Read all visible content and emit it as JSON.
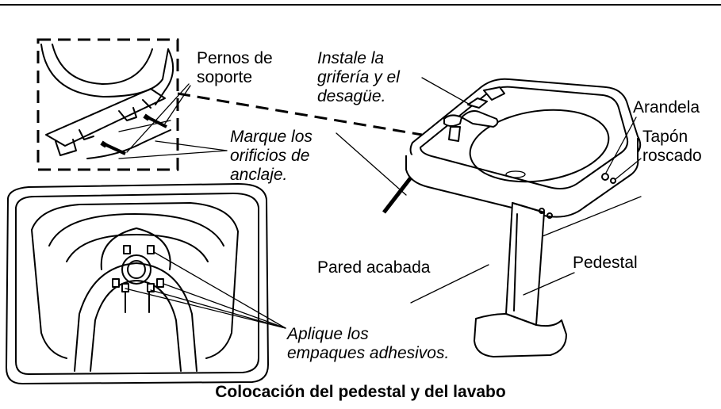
{
  "labels": {
    "pernos": [
      "Pernos de",
      "soporte"
    ],
    "instale": [
      "Instale la",
      "grifería y el",
      "desagüe."
    ],
    "marque": [
      "Marque los",
      "orificios de",
      "anclaje."
    ],
    "arandela": "Arandela",
    "tapon": [
      "Tapón",
      "roscado"
    ],
    "pared": "Pared acabada",
    "pedestal": "Pedestal",
    "aplique": [
      "Aplique los",
      "empaques adhesivos."
    ]
  },
  "caption": "Colocación del pedestal y del lavabo"
}
